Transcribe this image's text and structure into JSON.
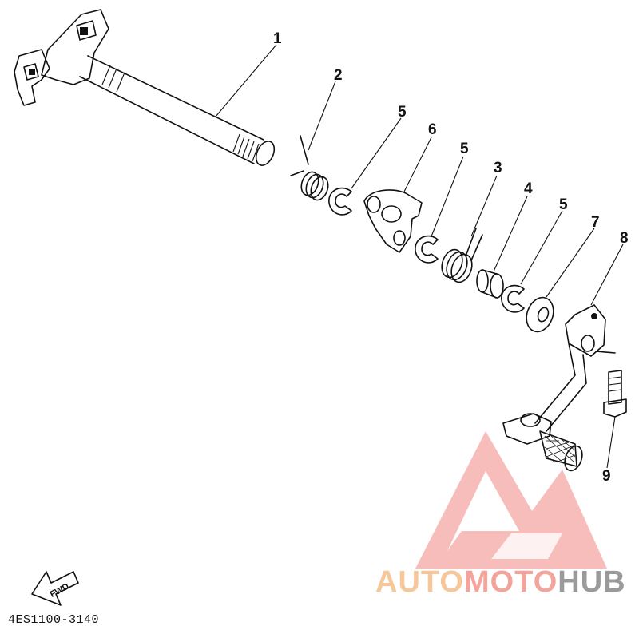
{
  "callouts": [
    "1",
    "2",
    "5",
    "6",
    "5",
    "3",
    "4",
    "5",
    "7",
    "8",
    "9"
  ],
  "fwd_label": "FWD",
  "ref_code": "4ES1100-3140",
  "watermark": {
    "parts": [
      "AUTO",
      "MOTO",
      "HUB"
    ],
    "colors": [
      "#f7c79a",
      "#f4a49b",
      "#9a9a9a"
    ],
    "logo_color": "#f0868a"
  }
}
